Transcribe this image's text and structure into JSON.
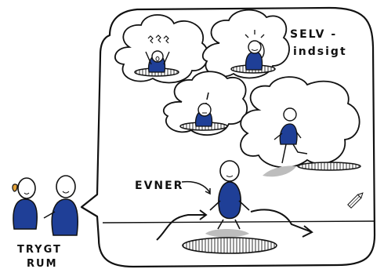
{
  "labels": {
    "selv": "SELV -",
    "indsigt": "indsigt",
    "evner": "EVNER",
    "trygt": "TRYGT",
    "rum": "RUM"
  },
  "colors": {
    "ink": "#111111",
    "figure_blue": "#1f3f97",
    "shadow_grey": "#9b9b9b",
    "hole_grey": "#d8d8d8",
    "bubble_outline": "#111111",
    "background": "#ffffff"
  },
  "icons": {
    "thought_bubble": "cloud",
    "hole": "manhole",
    "pencil": "pencil-icon"
  }
}
